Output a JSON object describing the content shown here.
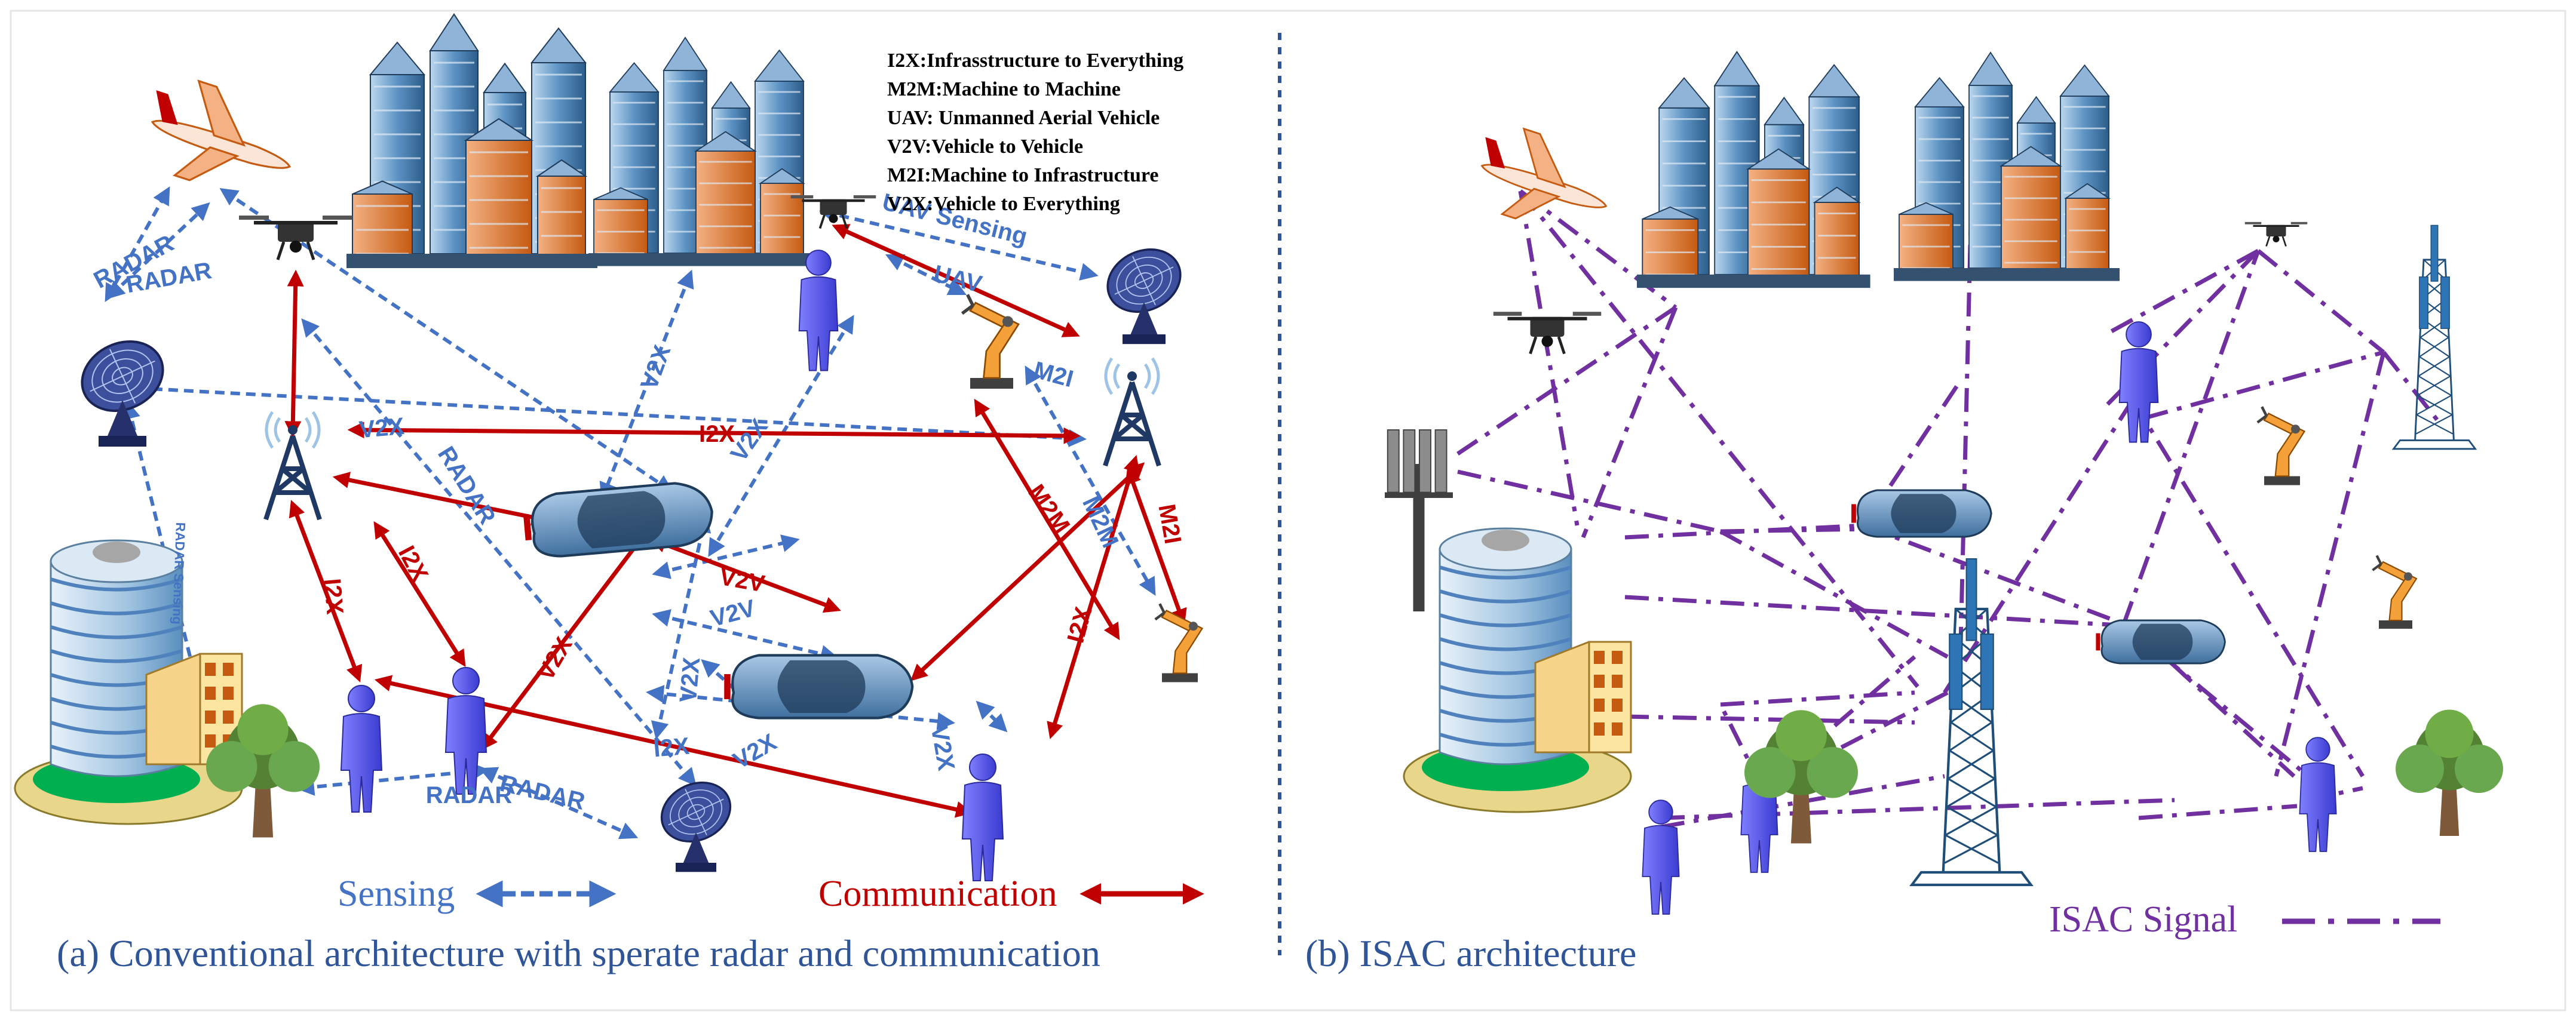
{
  "legend": {
    "lines": [
      "I2X:Infrasstructure to Everything",
      "M2M:Machine to Machine",
      "UAV: Unmanned Aerial Vehicle",
      "V2V:Vehicle to Vehicle",
      "M2I:Machine to Infrastructure",
      "V2X:Vehicle to  Everything"
    ]
  },
  "captions": {
    "left": "(a) Conventional architecture with sperate radar and communication",
    "right": "(b) ISAC architecture"
  },
  "keys": {
    "sensing": "Sensing",
    "communication": "Communication",
    "isac": "ISAC Signal"
  },
  "labels": {
    "radar": "RADAR",
    "radar_sensing": "RADAR Sensing",
    "uav_sensing": "UAV Sensing",
    "uav": "UAV",
    "v2x": "V2X",
    "i2x": "I2X",
    "v2v": "V2V",
    "m2m": "M2M",
    "m2i": "M2I"
  },
  "colors": {
    "sensing": "#4472c4",
    "communication": "#c00000",
    "isac": "#7030a0",
    "divider": "#2f5597"
  },
  "icons": {
    "city": "city-skyline-icon",
    "hq": "round-office-tower-icon",
    "tower": "cell-tower-icon",
    "dish": "radar-dish-icon",
    "drone": "drone-icon",
    "plane": "airplane-icon",
    "car": "car-icon",
    "person": "person-icon",
    "robot": "robot-arm-icon",
    "tree": "tree-icon",
    "bts": "base-station-icon"
  }
}
